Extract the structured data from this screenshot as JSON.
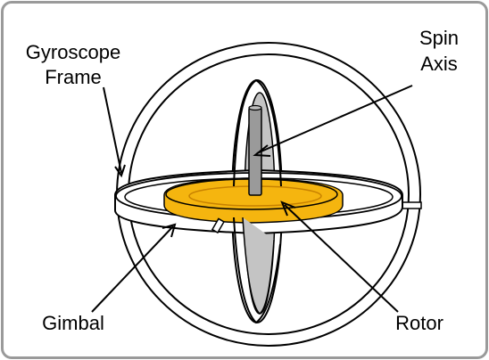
{
  "labels": {
    "frame_line1": "Gyroscope",
    "frame_line2": "Frame",
    "spin_line1": "Spin",
    "spin_line2": "Axis",
    "gimbal": "Gimbal",
    "rotor": "Rotor"
  },
  "colors": {
    "rotor": "#f5b50f",
    "rotor_edge": "#d38a00",
    "gimbal_disc": "#c4c4c4",
    "spin_axis": "#999999",
    "stroke": "#000000",
    "border": "#9a9a9a"
  }
}
